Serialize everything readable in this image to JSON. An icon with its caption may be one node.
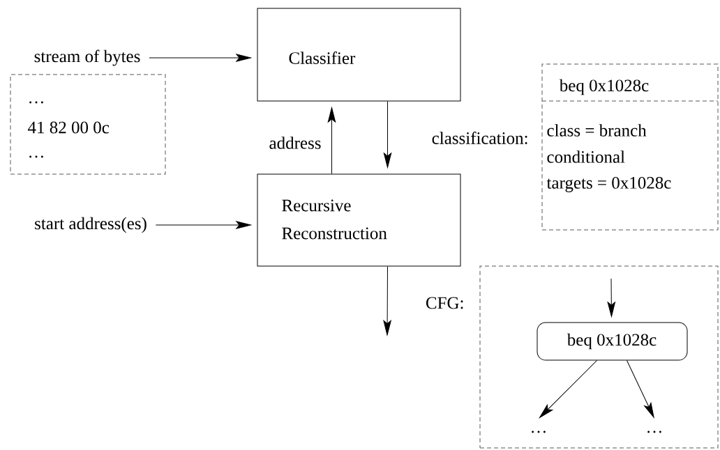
{
  "diagram": {
    "nodes": [
      {
        "text": [
          "stream of bytes"
        ]
      },
      {
        "text": [
          "Classifier"
        ]
      },
      {
        "text": [
          "…",
          "41 82 00 0c",
          "…"
        ]
      },
      {
        "text": [
          "start address(es)"
        ]
      },
      {
        "text": [
          "Recursive",
          "Reconstruction"
        ]
      },
      {
        "text": [
          "beq 0x1028c",
          "class = branch",
          "conditional",
          "targets = 0x1028c"
        ]
      },
      {
        "text": [],
        "shape": "box"
      },
      {
        "text": [
          "beq 0x1028c"
        ],
        "in": 6
      },
      {
        "text": [
          "…"
        ],
        "in": 6
      },
      {
        "text": [
          "…"
        ],
        "in": 6
      }
    ],
    "edges": [
      {
        "from": 0,
        "to": 1,
        "arrow": "to"
      },
      {
        "from": 1,
        "to": 4,
        "arrow": "to",
        "label": "classification:"
      },
      {
        "from": 4,
        "to": 1,
        "arrow": "to",
        "label": "address"
      },
      {
        "from": 3,
        "to": 4,
        "arrow": "to"
      },
      {
        "from": 4,
        "to": null,
        "arrow": "to",
        "label": "CFG:"
      },
      {
        "from": null,
        "to": 7,
        "arrow": "to"
      },
      {
        "from": 7,
        "to": 8,
        "arrow": "to"
      },
      {
        "from": 7,
        "to": 9,
        "arrow": "to"
      }
    ]
  }
}
